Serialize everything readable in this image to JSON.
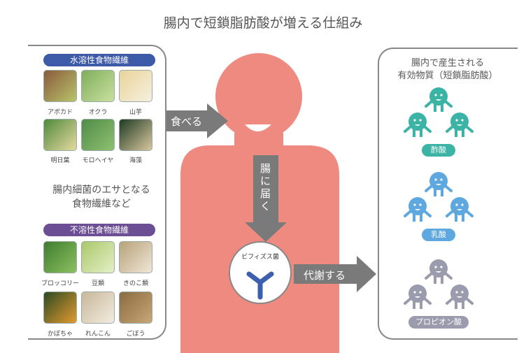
{
  "title": "腸内で短鎖脂肪酸が増える仕組み",
  "left": {
    "soluble": {
      "label": "水溶性食物繊維",
      "color": "#3d5aa8",
      "items": [
        "アボカド",
        "オクラ",
        "山芋",
        "明日葉",
        "モロヘイヤ",
        "海藻"
      ]
    },
    "note": [
      "腸内細菌のエサとなる",
      "食物繊維など"
    ],
    "insoluble": {
      "label": "不溶性食物繊維",
      "color": "#6b4e94",
      "items": [
        "ブロッコリー",
        "豆類",
        "きのこ類",
        "かぼちゃ",
        "れんこん",
        "ごぼう"
      ]
    }
  },
  "center": {
    "eat": "食べる",
    "reach": "腸に届く",
    "bacteria": "ビフィズス菌",
    "metabolize": "代謝する",
    "body_color": "#ee8a80"
  },
  "right": {
    "heading": [
      "腸内で産生される",
      "有効物質（短鎖脂肪酸）"
    ],
    "groups": [
      {
        "label": "酢酸",
        "color": "#3bb3a5"
      },
      {
        "label": "乳酸",
        "color": "#5ea8df"
      },
      {
        "label": "プロピオン酸",
        "color": "#9b9bae"
      }
    ]
  }
}
